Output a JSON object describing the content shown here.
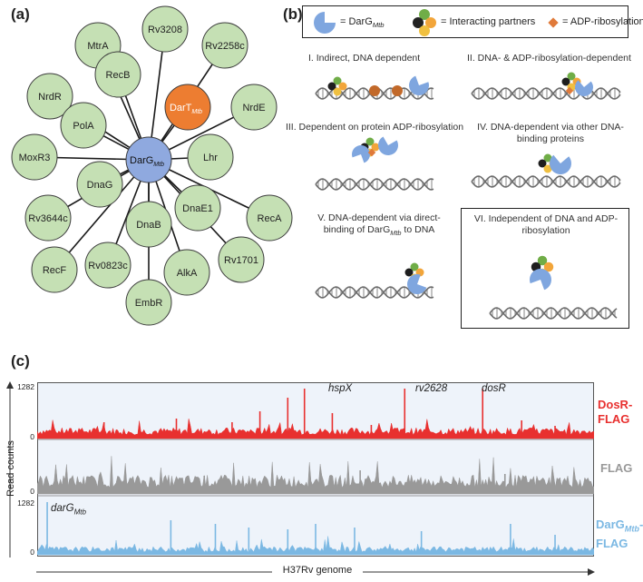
{
  "panel_a": {
    "label": "(a)",
    "center": {
      "name": "DarG",
      "sub": "Mtb"
    },
    "highlight": {
      "name": "DarT",
      "sub": "Mtb"
    },
    "partners": [
      "MtrA",
      "Rv3208",
      "Rv2258c",
      "NrdR",
      "RecB",
      "NrdE",
      "MoxR3",
      "PolA",
      "Lhr",
      "Rv3644c",
      "DnaG",
      "DnaE1",
      "RecA",
      "RecF",
      "DnaB",
      "Rv1701",
      "Rv0823c",
      "AlkA",
      "EmbR"
    ],
    "colors": {
      "center": "#8fa9df",
      "highlight": "#ed7d31",
      "partner": "#c5e0b4"
    }
  },
  "panel_b": {
    "label": "(b)",
    "legend": {
      "darg": "= DarG",
      "darg_sub": "Mtb",
      "partners": "= Interacting partners",
      "adpr": "= ADP-ribosylation"
    },
    "mechanisms": {
      "m1": "I. Indirect, DNA dependent",
      "m2": "II. DNA- & ADP-ribosylation-dependent",
      "m3": "III. Dependent on protein ADP-ribosylation",
      "m4a": "IV. DNA-dependent via other DNA-",
      "m4b": "binding proteins",
      "m5a": "V. DNA-dependent via direct-",
      "m5b_pre": "binding of DarG",
      "m5b_sub": "Mtb",
      "m5b_post": " to DNA",
      "m6a": "VI. Independent of DNA and ADP-",
      "m6b": "ribosylation"
    }
  },
  "panel_c": {
    "label": "(c)",
    "y_axis_label": "Read counts",
    "x_axis_label": "H37Rv genome",
    "ytick_max": "1282",
    "ytick_min": "0",
    "tracks": {
      "dosr": {
        "line1": "DosR-",
        "line2": "FLAG",
        "color": "#e8302f"
      },
      "flag": {
        "line1": "FLAG",
        "color": "#999999"
      },
      "darg": {
        "line1_pre": "DarG",
        "line1_sub": "Mtb",
        "line1_post": "-",
        "line2": "FLAG",
        "color": "#7bb8e3"
      }
    },
    "genes": {
      "hspx": "hspX",
      "rv2628": "rv2628",
      "dosr": "dosR",
      "darg_pre": "darG",
      "darg_sub": "Mtb"
    }
  }
}
